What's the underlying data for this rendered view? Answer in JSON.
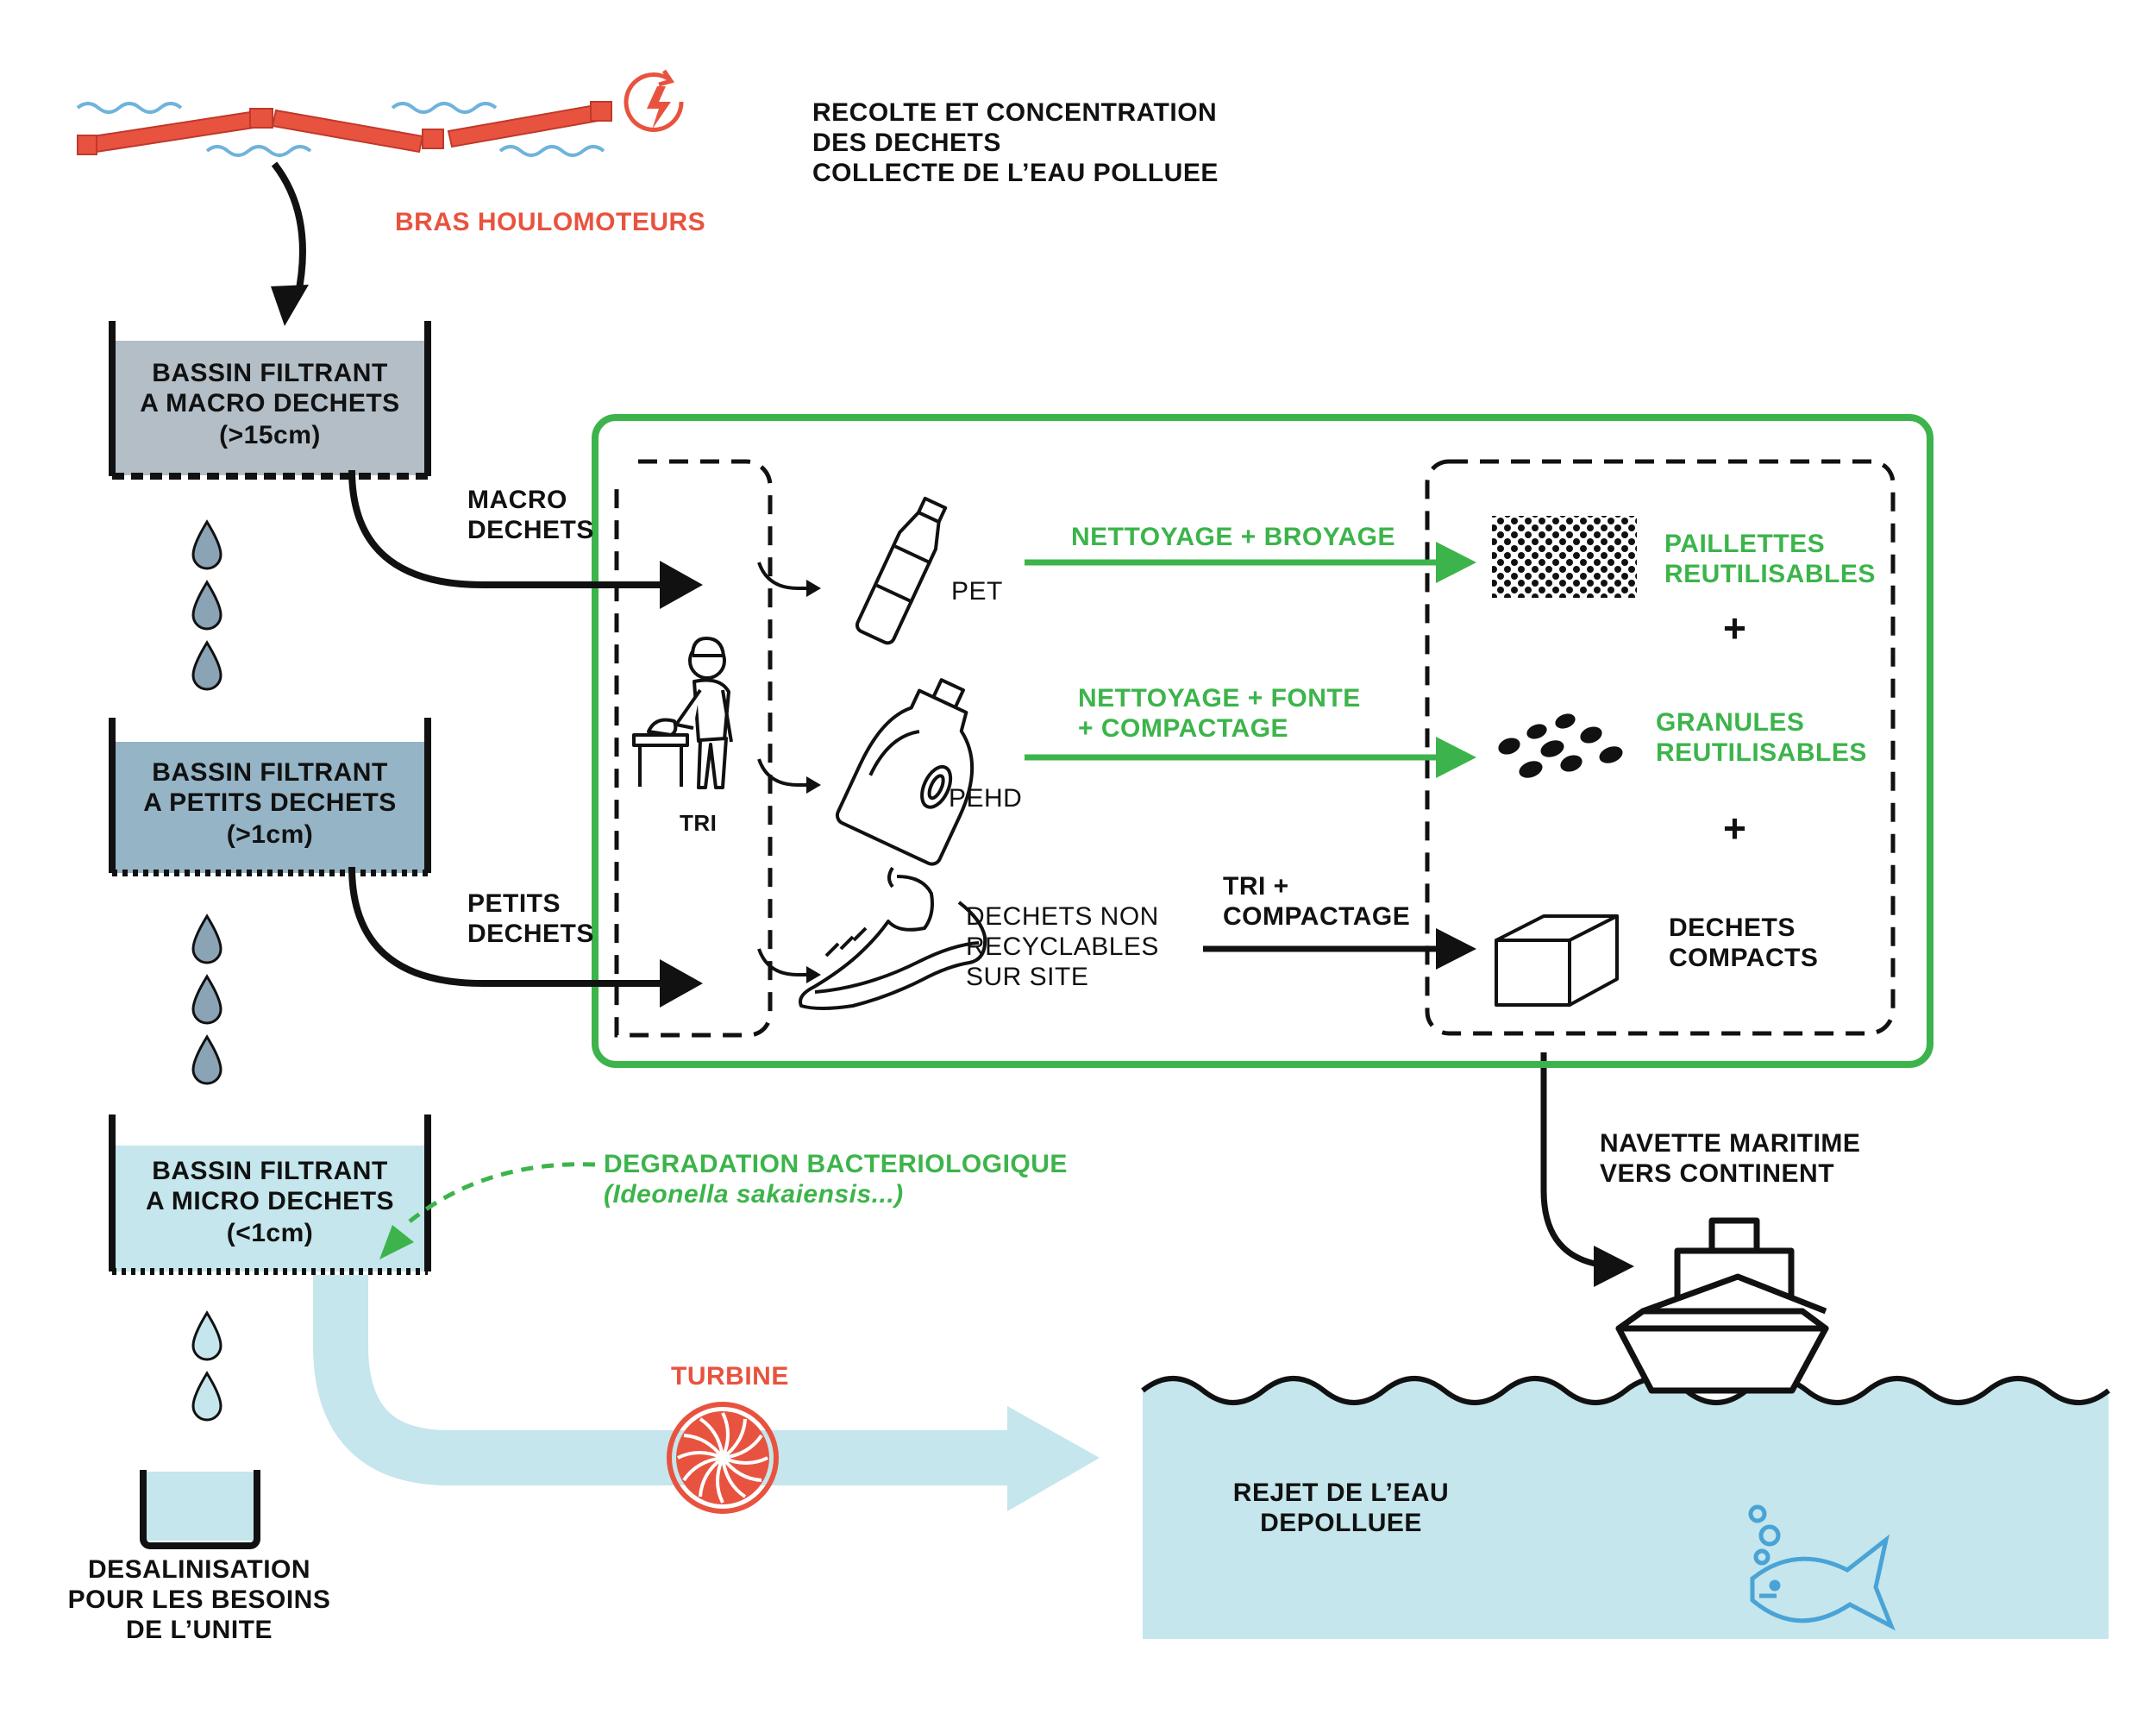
{
  "header": {
    "line1": "RECOLTE ET CONCENTRATION",
    "line2": "DES DECHETS",
    "line3": "COLLECTE DE L’EAU POLLUEE"
  },
  "wave_arms": {
    "label": "BRAS HOULOMOTEURS"
  },
  "basins": [
    {
      "line1": "BASSIN FILTRANT",
      "line2": "A MACRO DECHETS",
      "size": "(>15cm)",
      "fill": "#b3bec7"
    },
    {
      "line1": "BASSIN FILTRANT",
      "line2": "A PETITS DECHETS",
      "size": "(>1cm)",
      "fill": "#95b4c6"
    },
    {
      "line1": "BASSIN FILTRANT",
      "line2": "A MICRO DECHETS",
      "size": "(<1cm)",
      "fill": "#c4e6ec"
    }
  ],
  "flows": {
    "macro_line1": "MACRO",
    "macro_line2": "DECHETS",
    "petits_line1": "PETITS",
    "petits_line2": "DECHETS"
  },
  "sorting": {
    "label": "TRI"
  },
  "materials": {
    "pet": "PET",
    "pehd": "PEHD",
    "non_recyclable_line1": "DECHETS NON",
    "non_recyclable_line2": "RECYCLABLES",
    "non_recyclable_line3": "SUR SITE"
  },
  "processes": {
    "pet_process": "NETTOYAGE + BROYAGE",
    "pehd_process_line1": "NETTOYAGE + FONTE",
    "pehd_process_line2": "+ COMPACTAGE",
    "waste_process_line1": "TRI +",
    "waste_process_line2": "COMPACTAGE"
  },
  "outputs": {
    "flakes_line1": "PAILLETTES",
    "flakes_line2": "REUTILISABLES",
    "pellets_line1": "GRANULES",
    "pellets_line2": "REUTILISABLES",
    "compact_line1": "DECHETS",
    "compact_line2": "COMPACTS",
    "plus": "+"
  },
  "degradation": {
    "title": "DEGRADATION BACTERIOLOGIQUE",
    "subtitle": "(Ideonella sakaiensis...)"
  },
  "desalination": {
    "line1": "DESALINISATION",
    "line2": "POUR LES BESOINS",
    "line3": "DE L’UNITE"
  },
  "turbine": {
    "label": "TURBINE"
  },
  "shuttle": {
    "line1": "NAVETTE MARITIME",
    "line2": "VERS CONTINENT"
  },
  "release": {
    "line1": "REJET DE L’EAU",
    "line2": "DEPOLLUEE"
  },
  "colors": {
    "red": "#e8533f",
    "green": "#3cb44b",
    "water": "#c4e6ec",
    "dark": "#111111",
    "drop": "#8aa3b5",
    "drop_micro": "#c4e6ec"
  },
  "icons": [
    "wave-arm-icon",
    "energy-icon",
    "drop-icon",
    "worker-icon",
    "bottle-icon",
    "detergent-bottle-icon",
    "shoe-icon",
    "flakes-icon",
    "pellets-icon",
    "cube-icon",
    "turbine-icon",
    "boat-icon",
    "fish-icon"
  ]
}
